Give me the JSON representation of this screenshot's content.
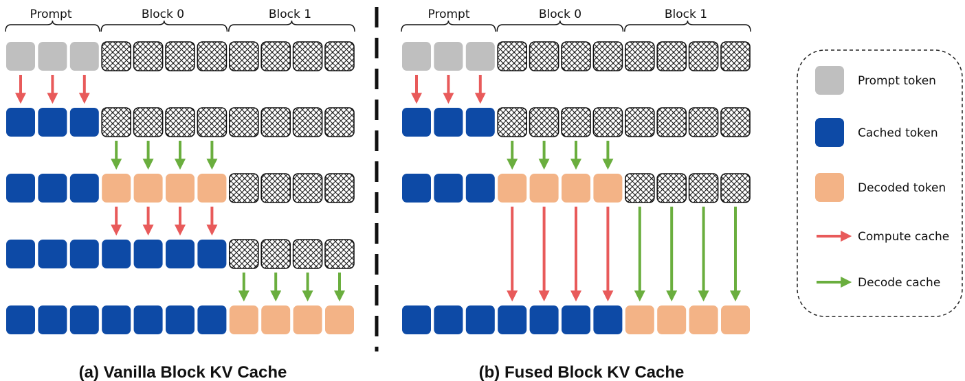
{
  "colors": {
    "prompt": "#bfbfbf",
    "cached": "#0d4aa6",
    "decoded": "#f3b386",
    "compute_arrow": "#e85a5a",
    "decode_arrow": "#6aae3e"
  },
  "headers": {
    "prompt": "Prompt",
    "block0": "Block 0",
    "block1": "Block 1"
  },
  "panels": [
    {
      "caption": "(a) Vanilla Block KV Cache",
      "rows": [
        [
          "P",
          "P",
          "P",
          "E",
          "E",
          "E",
          "E",
          "E",
          "E",
          "E",
          "E"
        ],
        [
          "C",
          "C",
          "C",
          "E",
          "E",
          "E",
          "E",
          "E",
          "E",
          "E",
          "E"
        ],
        [
          "C",
          "C",
          "C",
          "D",
          "D",
          "D",
          "D",
          "E",
          "E",
          "E",
          "E"
        ],
        [
          "C",
          "C",
          "C",
          "C",
          "C",
          "C",
          "C",
          "E",
          "E",
          "E",
          "E"
        ],
        [
          "C",
          "C",
          "C",
          "C",
          "C",
          "C",
          "C",
          "D",
          "D",
          "D",
          "D"
        ]
      ],
      "arrows": [
        {
          "from_row": 0,
          "to_row": 1,
          "cols": [
            0,
            1,
            2
          ],
          "kind": "compute"
        },
        {
          "from_row": 1,
          "to_row": 2,
          "cols": [
            3,
            4,
            5,
            6
          ],
          "kind": "decode"
        },
        {
          "from_row": 2,
          "to_row": 3,
          "cols": [
            3,
            4,
            5,
            6
          ],
          "kind": "compute"
        },
        {
          "from_row": 3,
          "to_row": 4,
          "cols": [
            7,
            8,
            9,
            10
          ],
          "kind": "decode"
        }
      ]
    },
    {
      "caption": "(b) Fused Block KV Cache",
      "rows": [
        [
          "P",
          "P",
          "P",
          "E",
          "E",
          "E",
          "E",
          "E",
          "E",
          "E",
          "E"
        ],
        [
          "C",
          "C",
          "C",
          "E",
          "E",
          "E",
          "E",
          "E",
          "E",
          "E",
          "E"
        ],
        [
          "C",
          "C",
          "C",
          "D",
          "D",
          "D",
          "D",
          "E",
          "E",
          "E",
          "E"
        ],
        [
          "C",
          "C",
          "C",
          "C",
          "C",
          "C",
          "C",
          "D",
          "D",
          "D",
          "D"
        ]
      ],
      "arrows": [
        {
          "from_row": 0,
          "to_row": 1,
          "cols": [
            0,
            1,
            2
          ],
          "kind": "compute"
        },
        {
          "from_row": 1,
          "to_row": 2,
          "cols": [
            3,
            4,
            5,
            6
          ],
          "kind": "decode"
        },
        {
          "from_row": 2,
          "to_row": 3,
          "cols": [
            3,
            4,
            5,
            6
          ],
          "kind": "compute"
        },
        {
          "from_row": 2,
          "to_row": 3,
          "cols": [
            7,
            8,
            9,
            10
          ],
          "kind": "decode"
        }
      ]
    }
  ],
  "legend": {
    "items": [
      {
        "kind": "prompt",
        "label": "Prompt token"
      },
      {
        "kind": "cached",
        "label": "Cached token"
      },
      {
        "kind": "decoded",
        "label": "Decoded token"
      },
      {
        "kind": "compute",
        "label": "Compute cache"
      },
      {
        "kind": "decode",
        "label": "Decode cache"
      }
    ]
  }
}
